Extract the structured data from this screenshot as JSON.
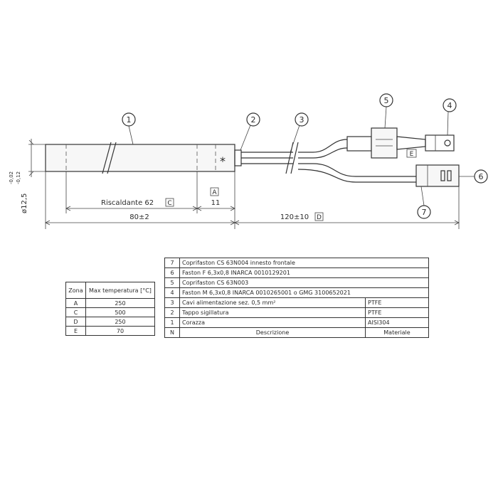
{
  "drawing": {
    "callouts": [
      "1",
      "2",
      "3",
      "4",
      "5",
      "6",
      "7"
    ],
    "seal_mark": "*",
    "dimensions": {
      "riscaldante_label": "Riscaldante 62",
      "riscaldante_zone": "C",
      "tail_zone": "A",
      "tail_length": "11",
      "body_length": "80±2",
      "lead_length": "120±10",
      "lead_zone": "D",
      "diameter": "ø12,5",
      "tolerance_upper": "-0,02",
      "tolerance_lower": "-0,12",
      "cover_zone": "E"
    }
  },
  "zone_table": {
    "headers": [
      "Zona",
      "Max temperatura [°C]"
    ],
    "rows": [
      [
        "A",
        "250"
      ],
      [
        "C",
        "500"
      ],
      [
        "D",
        "250"
      ],
      [
        "E",
        "70"
      ]
    ]
  },
  "parts_table": {
    "rows": [
      [
        "7",
        "Coprifaston CS 63N004 innesto frontale",
        ""
      ],
      [
        "6",
        "Faston F 6,3x0,8 INARCA 0010129201",
        ""
      ],
      [
        "5",
        "Coprifaston CS 63N003",
        ""
      ],
      [
        "4",
        "Faston M 6,3x0,8 INARCA 0010265001 o GMG 3100652021",
        ""
      ],
      [
        "3",
        "Cavi alimentazione sez. 0,5 mm²",
        "PTFE"
      ],
      [
        "2",
        "Tappo sigillatura",
        "PTFE"
      ],
      [
        "1",
        "Corazza",
        "AISI304"
      ]
    ],
    "header": [
      "N",
      "Descrizione",
      "Materiale"
    ]
  }
}
